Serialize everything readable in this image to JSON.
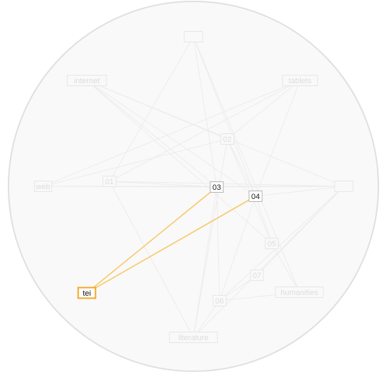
{
  "graph": {
    "highlight_color": "#f5a623",
    "nodes": [
      {
        "id": "top",
        "label": "",
        "state": "faded"
      },
      {
        "id": "internet",
        "label": "internet",
        "state": "faded"
      },
      {
        "id": "tablets",
        "label": "tablets",
        "state": "faded"
      },
      {
        "id": "n02",
        "label": "02",
        "state": "faded"
      },
      {
        "id": "n01",
        "label": "01",
        "state": "faded"
      },
      {
        "id": "web",
        "label": "web",
        "state": "faded"
      },
      {
        "id": "n03",
        "label": "03",
        "state": "normal"
      },
      {
        "id": "n04",
        "label": "04",
        "state": "normal"
      },
      {
        "id": "right",
        "label": "",
        "state": "faded"
      },
      {
        "id": "n05",
        "label": "05",
        "state": "faded"
      },
      {
        "id": "n07",
        "label": "07",
        "state": "faded"
      },
      {
        "id": "tei",
        "label": "tei",
        "state": "selected"
      },
      {
        "id": "n06",
        "label": "06",
        "state": "faded"
      },
      {
        "id": "humanities",
        "label": "humanities",
        "state": "faded"
      },
      {
        "id": "literature",
        "label": "literature",
        "state": "faded"
      }
    ],
    "edges": [
      {
        "source": "tei",
        "target": "n03",
        "highlight": true
      },
      {
        "source": "tei",
        "target": "n04",
        "highlight": true
      },
      {
        "source": "top",
        "target": "n03",
        "highlight": false
      },
      {
        "source": "top",
        "target": "n04",
        "highlight": false
      },
      {
        "source": "top",
        "target": "n01",
        "highlight": false
      },
      {
        "source": "top",
        "target": "humanities",
        "highlight": false
      },
      {
        "source": "internet",
        "target": "n02",
        "highlight": false
      },
      {
        "source": "internet",
        "target": "n03",
        "highlight": false
      },
      {
        "source": "internet",
        "target": "n04",
        "highlight": false
      },
      {
        "source": "internet",
        "target": "n05",
        "highlight": false
      },
      {
        "source": "internet",
        "target": "right",
        "highlight": false
      },
      {
        "source": "tablets",
        "target": "n02",
        "highlight": false
      },
      {
        "source": "tablets",
        "target": "n01",
        "highlight": false
      },
      {
        "source": "tablets",
        "target": "n04",
        "highlight": false
      },
      {
        "source": "tablets",
        "target": "web",
        "highlight": false
      },
      {
        "source": "web",
        "target": "n02",
        "highlight": false
      },
      {
        "source": "web",
        "target": "n03",
        "highlight": false
      },
      {
        "source": "web",
        "target": "right",
        "highlight": false
      },
      {
        "source": "n01",
        "target": "n03",
        "highlight": false
      },
      {
        "source": "n01",
        "target": "right",
        "highlight": false
      },
      {
        "source": "n01",
        "target": "literature",
        "highlight": false
      },
      {
        "source": "n02",
        "target": "n04",
        "highlight": false
      },
      {
        "source": "n02",
        "target": "n05",
        "highlight": false
      },
      {
        "source": "n03",
        "target": "right",
        "highlight": false
      },
      {
        "source": "n03",
        "target": "n06",
        "highlight": false
      },
      {
        "source": "n04",
        "target": "right",
        "highlight": false
      },
      {
        "source": "n04",
        "target": "n05",
        "highlight": false
      },
      {
        "source": "n04",
        "target": "n06",
        "highlight": false
      },
      {
        "source": "n05",
        "target": "humanities",
        "highlight": false
      },
      {
        "source": "right",
        "target": "n06",
        "highlight": false
      },
      {
        "source": "right",
        "target": "n07",
        "highlight": false
      },
      {
        "source": "right",
        "target": "literature",
        "highlight": false
      },
      {
        "source": "n07",
        "target": "n06",
        "highlight": false
      },
      {
        "source": "n06",
        "target": "humanities",
        "highlight": false
      },
      {
        "source": "n06",
        "target": "literature",
        "highlight": false
      },
      {
        "source": "n03",
        "target": "literature",
        "highlight": false
      },
      {
        "source": "n02",
        "target": "literature",
        "highlight": false
      }
    ]
  }
}
